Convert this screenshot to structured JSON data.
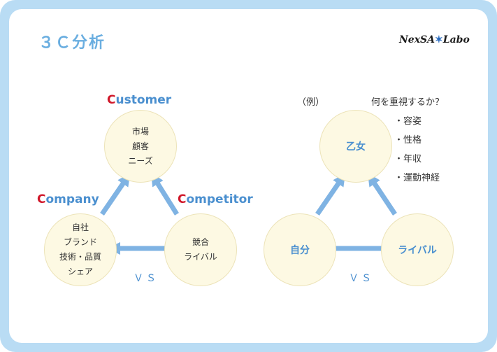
{
  "title": "３Ｃ分析",
  "logo": {
    "part1": "NexSA",
    "part2": "Labo"
  },
  "left": {
    "customer_label": {
      "initial": "C",
      "rest": "ustomer"
    },
    "company_label": {
      "initial": "C",
      "rest": "ompany"
    },
    "competitor_label": {
      "initial": "C",
      "rest": "ompetitor"
    },
    "customer_lines": [
      "市場",
      "顧客",
      "ニーズ"
    ],
    "company_lines": [
      "自社",
      "ブランド",
      "技術・品質",
      "シェア"
    ],
    "competitor_lines": [
      "競合",
      "ライバル"
    ],
    "vs": "ＶＳ"
  },
  "right": {
    "example_label": "（例）",
    "question": "何を重視するか？",
    "criteria": [
      "・容姿",
      "・性格",
      "・年収",
      "・運動神経"
    ],
    "top": "乙女",
    "left": "自分",
    "right": "ライバル",
    "vs": "ＶＳ"
  },
  "colors": {
    "accent": "#4a8fcf",
    "initial": "#d0182a",
    "circle": "#fdf9e3",
    "arrow": "#7fb3e3",
    "frame": "#b9dcf4"
  }
}
